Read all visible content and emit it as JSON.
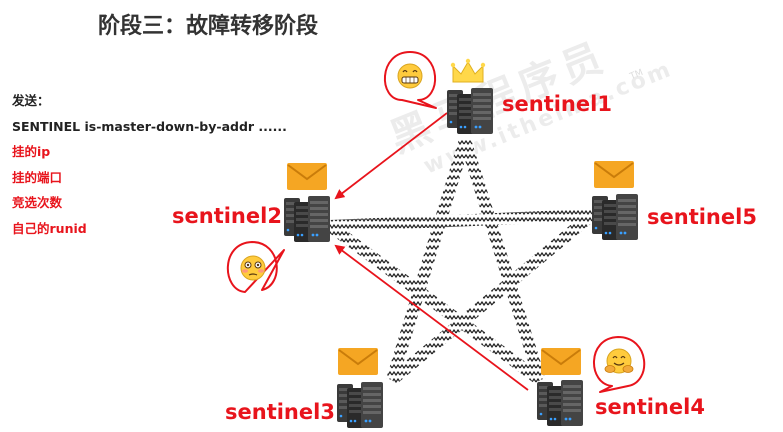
{
  "title": "阶段三：故障转移阶段",
  "info": {
    "send_label": "发送：",
    "command": "SENTINEL is-master-down-by-addr ......",
    "item_ip": "挂的ip",
    "item_port": "挂的端口",
    "item_round": "竞选次数",
    "item_runid": "自己的runid"
  },
  "nodes": {
    "sentinel1": "sentinel1",
    "sentinel2": "sentinel2",
    "sentinel3": "sentinel3",
    "sentinel4": "sentinel4",
    "sentinel5": "sentinel5"
  },
  "watermark": {
    "brand": "黑马程序员",
    "url": "www.itheima.com",
    "tm": "TM"
  },
  "colors": {
    "accent_red": "#e8141c",
    "envelope": "#f5a623",
    "crown": "#ffd84a"
  },
  "icons": {
    "server": "server-rack-icon",
    "envelope": "envelope-icon",
    "crown": "crown-icon",
    "emoji_grin": "grinning-face-icon",
    "emoji_flushed": "flushed-face-icon",
    "emoji_hug": "hugging-face-icon"
  }
}
